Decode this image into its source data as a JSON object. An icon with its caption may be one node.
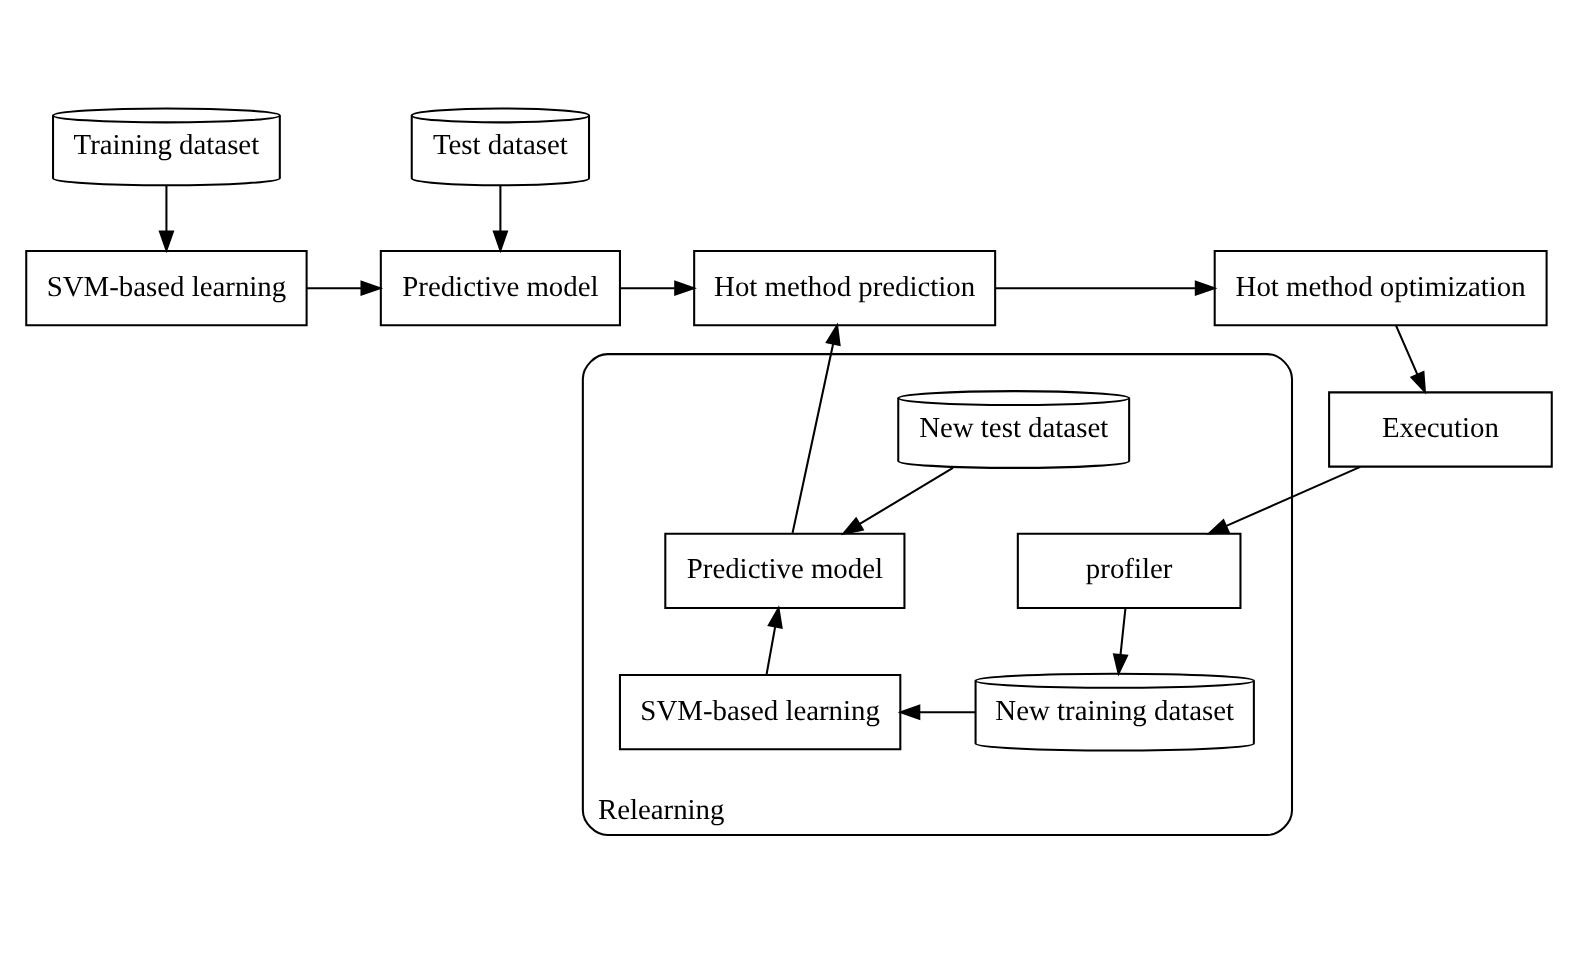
{
  "diagram": {
    "nodes": [
      {
        "text": [
          "Training dataset"
        ]
      },
      {
        "text": [
          "SVM-based learning"
        ]
      },
      {
        "text": [
          "Test dataset"
        ]
      },
      {
        "text": [
          "Predictive model"
        ]
      },
      {
        "text": [
          "Hot method prediction"
        ]
      },
      {
        "text": [
          "Hot method optimization"
        ]
      },
      {
        "text": [
          "Execution"
        ]
      },
      {
        "text": [
          "Relearning"
        ]
      },
      {
        "text": [
          "New test dataset"
        ],
        "in": 7
      },
      {
        "text": [
          "Predictive model"
        ],
        "in": 7
      },
      {
        "text": [
          "profiler"
        ],
        "in": 7
      },
      {
        "text": [
          "SVM-based learning"
        ],
        "in": 7
      },
      {
        "text": [
          "New training dataset"
        ],
        "in": 7
      }
    ],
    "edges": [
      {
        "from": 0,
        "to": 1,
        "arrow": "to"
      },
      {
        "from": 1,
        "to": 3,
        "arrow": "to"
      },
      {
        "from": 2,
        "to": 3,
        "arrow": "to"
      },
      {
        "from": 3,
        "to": 4,
        "arrow": "to"
      },
      {
        "from": 4,
        "to": 5,
        "arrow": "to"
      },
      {
        "from": 5,
        "to": 6,
        "arrow": "to"
      },
      {
        "from": 6,
        "to": 10,
        "arrow": "to"
      },
      {
        "from": 10,
        "to": 12,
        "arrow": "to"
      },
      {
        "from": 12,
        "to": 11,
        "arrow": "to"
      },
      {
        "from": 11,
        "to": 9,
        "arrow": "to"
      },
      {
        "from": 8,
        "to": 9,
        "arrow": "to"
      },
      {
        "from": 9,
        "to": 4,
        "arrow": "to"
      }
    ]
  }
}
